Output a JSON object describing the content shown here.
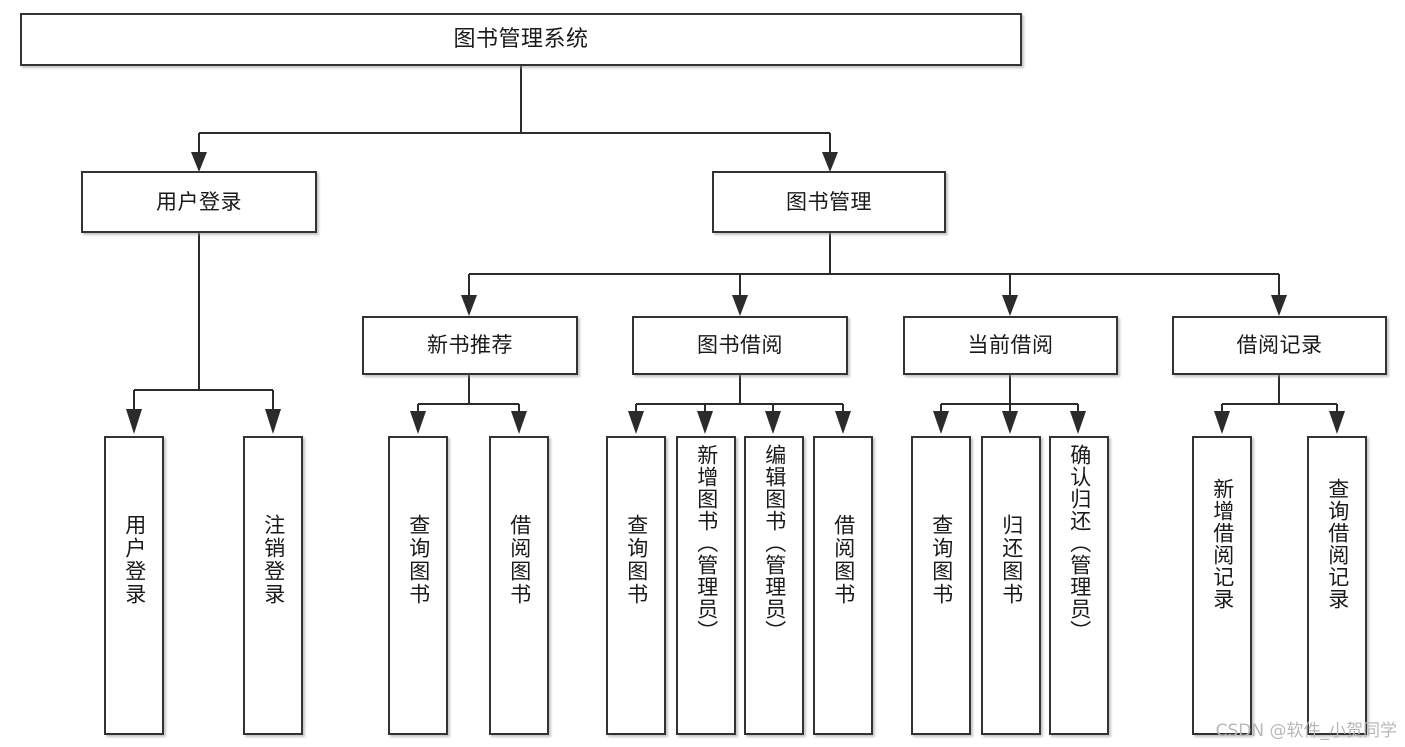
{
  "diagram": {
    "title": "图书管理系统",
    "type": "tree",
    "colors": {
      "box_border": "#333333",
      "box_fill": "#ffffff",
      "line": "#2b2b2b",
      "text": "#1a1a1a",
      "watermark": "#b8b8b8",
      "background": "#ffffff"
    },
    "root": {
      "label": "图书管理系统"
    },
    "level2": [
      {
        "label": "用户登录"
      },
      {
        "label": "图书管理"
      }
    ],
    "level3": [
      {
        "label": "新书推荐"
      },
      {
        "label": "图书借阅"
      },
      {
        "label": "当前借阅"
      },
      {
        "label": "借阅记录"
      }
    ],
    "leaves": {
      "user_login": [
        {
          "label": "用户登录"
        },
        {
          "label": "注销登录"
        }
      ],
      "new_book_recommend": [
        {
          "label": "查询图书"
        },
        {
          "label": "借阅图书"
        }
      ],
      "book_borrow": [
        {
          "label": "查询图书"
        },
        {
          "label": "新增图书（管理员）"
        },
        {
          "label": "编辑图书（管理员）"
        },
        {
          "label": "借阅图书"
        }
      ],
      "current_borrow": [
        {
          "label": "查询图书"
        },
        {
          "label": "归还图书"
        },
        {
          "label": "确认归还（管理员）"
        }
      ],
      "borrow_record": [
        {
          "label": "新增借阅记录"
        },
        {
          "label": "查询借阅记录"
        }
      ]
    },
    "watermark": "CSDN @软件_小贺同学"
  }
}
